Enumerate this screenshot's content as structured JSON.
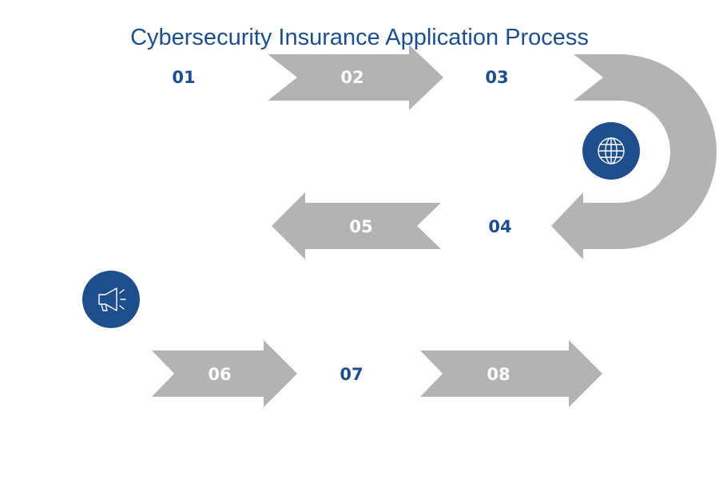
{
  "title": "Cybersecurity Insurance Application Process",
  "steps": [
    {
      "label": "01"
    },
    {
      "label": "02"
    },
    {
      "label": "03"
    },
    {
      "label": "04"
    },
    {
      "label": "05"
    },
    {
      "label": "06"
    },
    {
      "label": "07"
    },
    {
      "label": "08"
    }
  ],
  "icons": {
    "globe": "globe-icon",
    "megaphone": "megaphone-icon"
  },
  "colors": {
    "primary": "#1f4e8c",
    "arrow": "#b3b3b3",
    "background": "#ffffff"
  }
}
